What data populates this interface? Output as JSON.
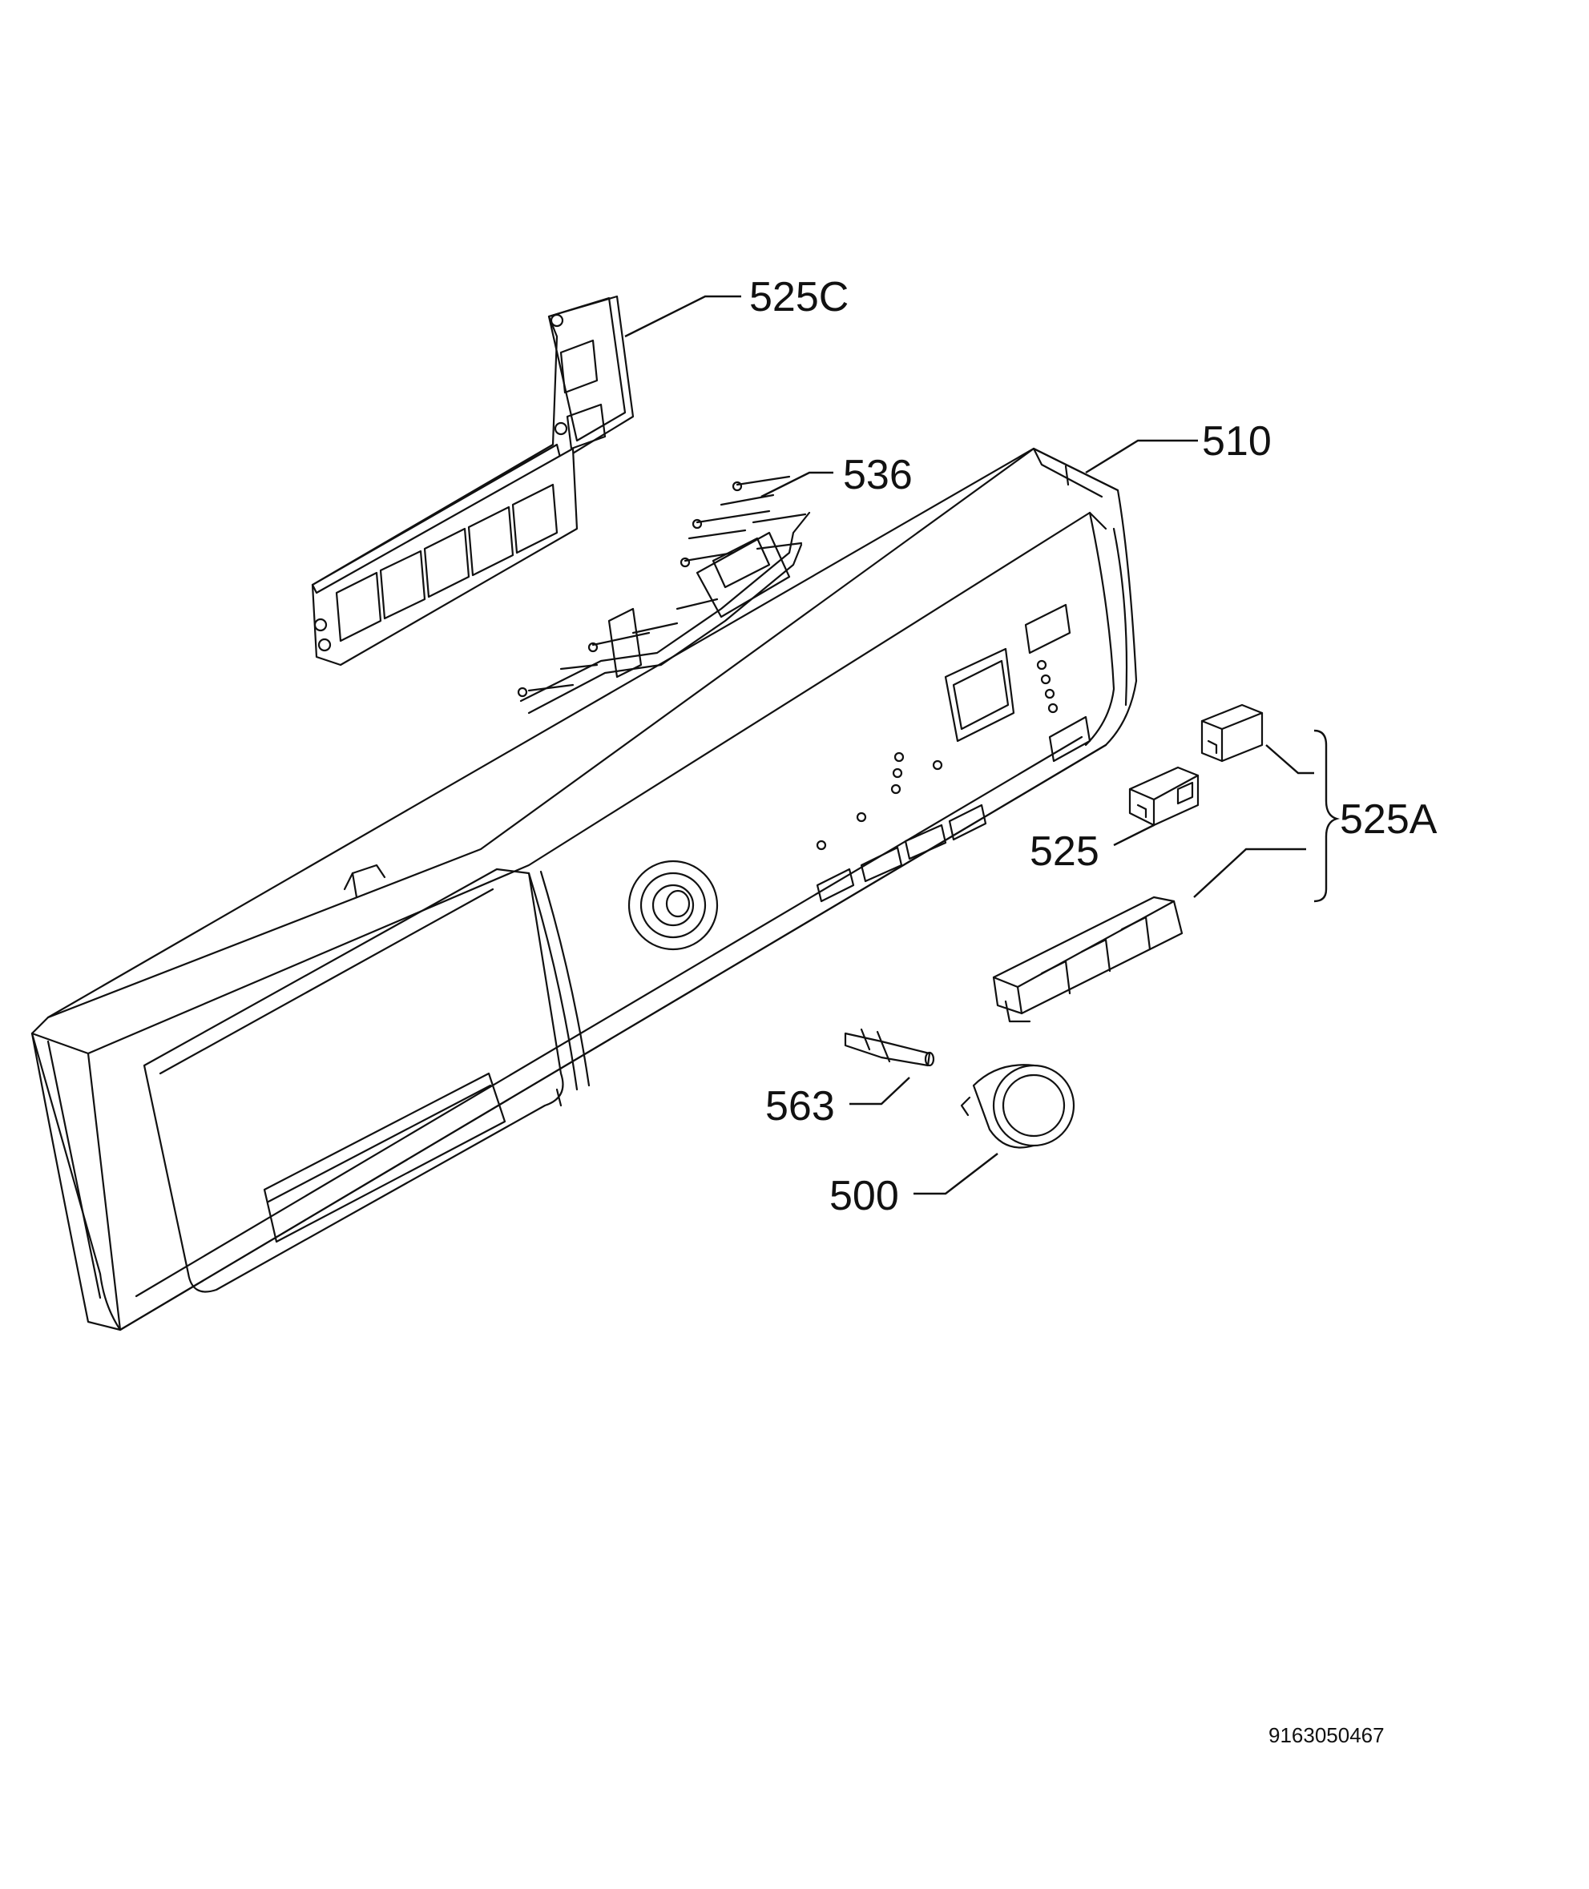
{
  "callouts": {
    "c525C": "525C",
    "c510": "510",
    "c536": "536",
    "c525A": "525A",
    "c525": "525",
    "c563": "563",
    "c500": "500"
  },
  "document_number": "9163050467",
  "colors": {
    "line": "#111111",
    "background": "#ffffff"
  }
}
